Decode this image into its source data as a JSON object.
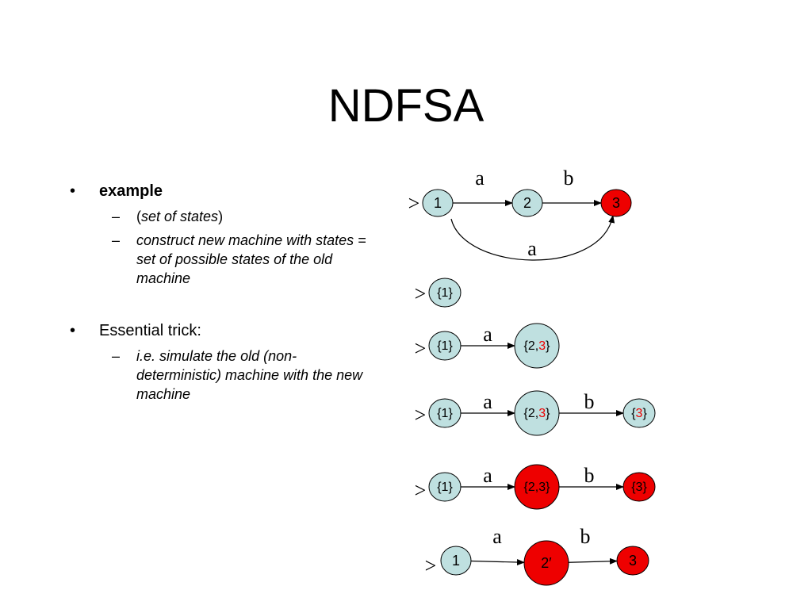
{
  "slide": {
    "title": "NDFSA",
    "bullets": [
      {
        "marker": "•",
        "label": "example",
        "subitems": [
          {
            "marker": "–",
            "open": "(",
            "text": "set of states",
            "close": ")"
          },
          {
            "marker": "–",
            "text": "construct new machine with states = set of possible states of the old machine"
          }
        ]
      },
      {
        "marker": "•",
        "label": "Essential trick:",
        "subitems": [
          {
            "marker": "–",
            "text": "i.e. simulate the old (non-deterministic) machine with the new machine"
          }
        ]
      }
    ]
  },
  "colors": {
    "state": "#bfe0e0",
    "accept_state": "#ee0000",
    "accent_text": "#ee0000",
    "stroke": "#000000"
  },
  "diagrams": [
    {
      "id": "original-nfa",
      "start_marker": ">",
      "states": [
        {
          "id": "s1",
          "label": "1",
          "accepting": false
        },
        {
          "id": "s2",
          "label": "2",
          "accepting": false
        },
        {
          "id": "s3",
          "label": "3",
          "accepting": true
        }
      ],
      "transitions": [
        {
          "from": "s1",
          "to": "s2",
          "symbol": "a"
        },
        {
          "from": "s2",
          "to": "s3",
          "symbol": "b"
        },
        {
          "from": "s1",
          "to": "s3",
          "symbol": "a"
        }
      ]
    },
    {
      "id": "construction-step-1",
      "start_marker": ">",
      "states": [
        {
          "id": "q1",
          "label": "{1}",
          "accepting": false
        }
      ],
      "transitions": []
    },
    {
      "id": "construction-step-2",
      "start_marker": ">",
      "states": [
        {
          "id": "q1",
          "label": "{1}",
          "accepting": false
        },
        {
          "id": "q23",
          "label_parts": [
            "{2,",
            "3",
            "}"
          ],
          "highlight_part": 1,
          "accepting": false
        }
      ],
      "transitions": [
        {
          "from": "q1",
          "to": "q23",
          "symbol": "a"
        }
      ]
    },
    {
      "id": "construction-step-3",
      "start_marker": ">",
      "states": [
        {
          "id": "q1",
          "label": "{1}",
          "accepting": false
        },
        {
          "id": "q23",
          "label_parts": [
            "{2,",
            "3",
            "}"
          ],
          "highlight_part": 1,
          "accepting": false
        },
        {
          "id": "q3",
          "label_parts": [
            "{",
            "3",
            "}"
          ],
          "highlight_part": 1,
          "accepting": false
        }
      ],
      "transitions": [
        {
          "from": "q1",
          "to": "q23",
          "symbol": "a"
        },
        {
          "from": "q23",
          "to": "q3",
          "symbol": "b"
        }
      ]
    },
    {
      "id": "construction-step-4",
      "start_marker": ">",
      "states": [
        {
          "id": "q1",
          "label": "{1}",
          "accepting": false
        },
        {
          "id": "q23",
          "label": "{2,3}",
          "accepting": true
        },
        {
          "id": "q3",
          "label": "{3}",
          "accepting": true
        }
      ],
      "transitions": [
        {
          "from": "q1",
          "to": "q23",
          "symbol": "a"
        },
        {
          "from": "q23",
          "to": "q3",
          "symbol": "b"
        }
      ]
    },
    {
      "id": "renamed-dfa",
      "start_marker": ">",
      "states": [
        {
          "id": "r1",
          "label": "1",
          "accepting": false
        },
        {
          "id": "r2",
          "label": "2′",
          "accepting": true
        },
        {
          "id": "r3",
          "label": "3",
          "accepting": true
        }
      ],
      "transitions": [
        {
          "from": "r1",
          "to": "r2",
          "symbol": "a"
        },
        {
          "from": "r2",
          "to": "r3",
          "symbol": "b"
        }
      ]
    }
  ]
}
